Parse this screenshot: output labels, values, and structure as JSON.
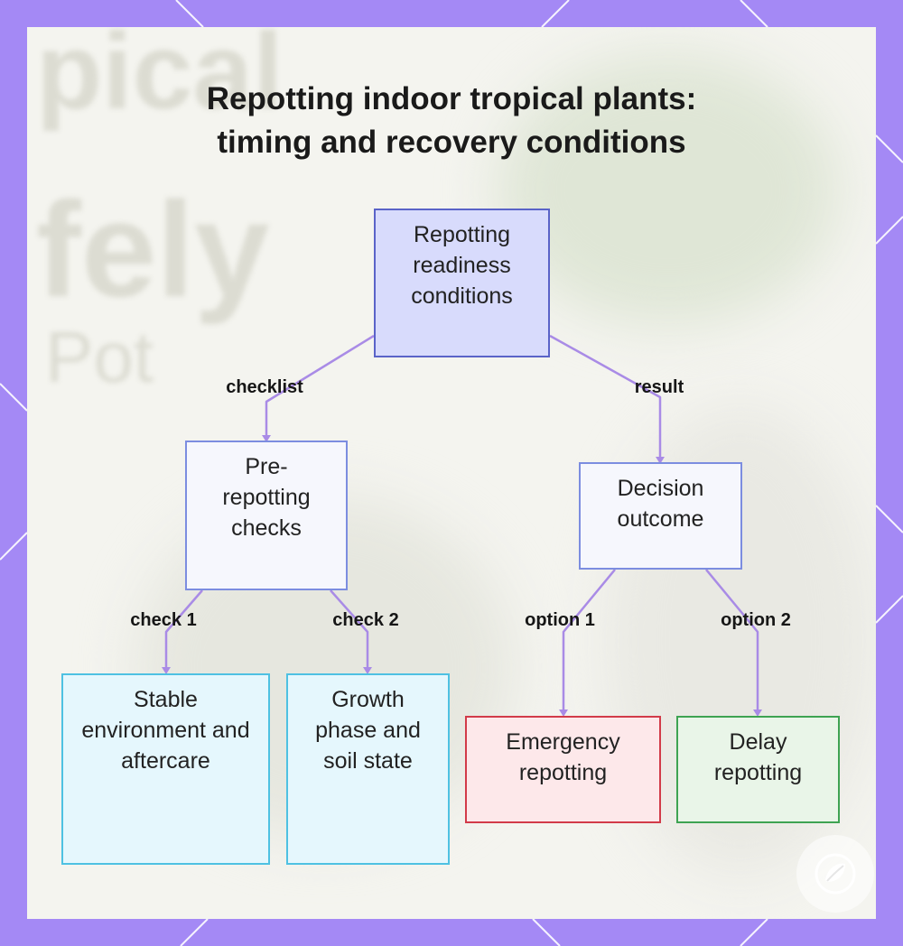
{
  "title": {
    "line1": "Repotting indoor tropical plants:",
    "line2": "timing and recovery conditions"
  },
  "colors": {
    "frame": "#a489f5",
    "edge": "#a98be6",
    "root_fill": "#d8dbfc",
    "root_border": "#5a63c8",
    "mid_fill": "#f6f7fd",
    "mid_border": "#7c8de0",
    "leaf_blue_fill": "#e5f7fd",
    "leaf_blue_border": "#4ec1e2",
    "leaf_red_fill": "#fde8ea",
    "leaf_red_border": "#d23b49",
    "leaf_green_fill": "#e9f5e8",
    "leaf_green_border": "#3ea352"
  },
  "nodes": {
    "root": "Repotting readiness conditions",
    "pre_checks": "Pre-repotting checks",
    "decision": "Decision outcome",
    "stable": "Stable environment and aftercare",
    "growth": "Growth phase and soil state",
    "emergency": "Emergency repotting",
    "delay": "Delay repotting"
  },
  "edge_labels": {
    "checklist": "checklist",
    "result": "result",
    "check1": "check 1",
    "check2": "check 2",
    "option1": "option 1",
    "option2": "option 2"
  },
  "background_text": [
    "pical",
    "fely",
    "Pot"
  ],
  "logo_icon": "leaf-circle-icon"
}
